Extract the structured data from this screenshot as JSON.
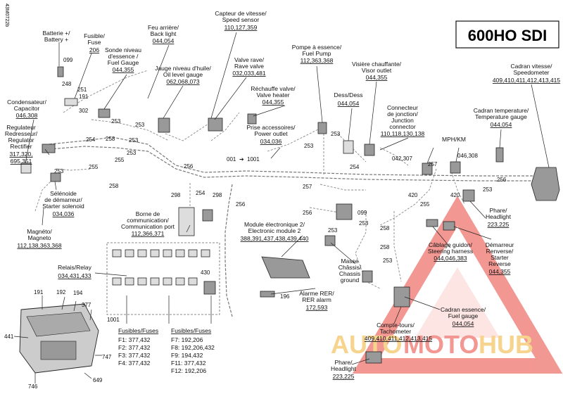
{
  "model": "600HO SDI",
  "side_code": "43M0722b",
  "watermark": {
    "left": "AUTO",
    "mid": "MOTO",
    "right": "HUB"
  },
  "labels": {
    "batterie": [
      "Batterie +/",
      "Battery +"
    ],
    "fusible": [
      "Fusible/",
      "Fuse"
    ],
    "fusible_pn": "206",
    "sonde": [
      "Sonde niveau",
      "d'essence /",
      "Fuel Gauge"
    ],
    "sonde_pn": "044,355",
    "feu": [
      "Feu arrière/",
      "Back light"
    ],
    "feu_pn": "044,054",
    "capteur": [
      "Capteur de vitesse/",
      "Speed sensor"
    ],
    "capteur_pn": "110,127,359",
    "jauge": [
      "Jauge niveau d'huile/",
      "Oil level gauge"
    ],
    "jauge_pn": "062,068,073",
    "valve": [
      "Valve rave/",
      "Rave valve"
    ],
    "valve_pn": "032,033,481",
    "rechauffe": [
      "Réchauffe valve/",
      "Valve heater"
    ],
    "rechauffe_pn": "044,355",
    "pompe": [
      "Pompe à essence/",
      "Fuel Pump"
    ],
    "pompe_pn": "112,363,368",
    "visiere": [
      "Visière chauffante/",
      "Visor outlet"
    ],
    "visiere_pn": "044,355",
    "dess": [
      "Dess/Dess"
    ],
    "dess_pn": "044,054",
    "connecteur": [
      "Connecteur",
      "de jonction/",
      "Junction",
      "connector"
    ],
    "connecteur_pn": "110,118,130,138",
    "cadran_vitesse": [
      "Cadran vitesse/",
      "Speedometer"
    ],
    "cadran_vitesse_pn": "409,410,411,412,413,415",
    "cadran_temp": [
      "Cadran temperature/",
      "Temperature gauge"
    ],
    "cadran_temp_pn": "044,054",
    "mph": "MPH/KM",
    "condensateur": [
      "Condensateur/",
      "Capacitor"
    ],
    "condensateur_pn": "046,308",
    "regulateur": [
      "Regulateur",
      "Redresseur/",
      "Regulator",
      "Rectifier"
    ],
    "regulateur_pn": "317,320,",
    "regulateur_pn2": "695,351",
    "prise": [
      "Prise accessoires/",
      "Power outlet"
    ],
    "prise_pn": "034,036",
    "solenoide": [
      "Sélénoide",
      "de démarreur/",
      "Starter solenoid"
    ],
    "solenoide_pn": "034,036",
    "borne": [
      "Borne de",
      "communication/",
      "Communication port"
    ],
    "borne_pn": "112,366,371",
    "module": [
      "Module électronique 2/",
      "Electronic module 2"
    ],
    "module_pn": "388,391,437,438,439,440",
    "magneto": [
      "Magnéto/",
      "Magneto"
    ],
    "magneto_pn": "112,138,363,368",
    "relais": [
      "Relais/Relay"
    ],
    "relais_pn": "034,431,433",
    "masse": [
      "Masse",
      "Châssis/",
      "Chassis",
      "ground"
    ],
    "alarme": [
      "Alarme RER/",
      "RER alarm"
    ],
    "alarme_pn": "172,593",
    "cablage": [
      "Câblage guidon/",
      "Steering harness"
    ],
    "cablage_pn": "044,046,383",
    "demarreur": [
      "Démarreur",
      "Renverse/",
      "Starter",
      "Reverse"
    ],
    "demarreur_pn": "044,355",
    "phare1": [
      "Phare/",
      "Headlight"
    ],
    "phare1_pn": "223,225",
    "cadran_essence": [
      "Cadran essence/",
      "Fuel gauge"
    ],
    "cadran_essence_pn": "044,054",
    "compte_tours": [
      "Compte-tours/",
      "Tachometer"
    ],
    "compte_tours_pn": "409,410,411,412,413,415",
    "phare2": [
      "Phare/",
      "Headlight"
    ],
    "phare2_pn": "223,225"
  },
  "fuses_left": {
    "title": "Fusibles/Fuses",
    "items": [
      "F1: 377,432",
      "F2: 377,432",
      "F3: 377,432",
      "F4: 377,432"
    ]
  },
  "fuses_right": {
    "title": "Fusibles/Fuses",
    "items": [
      "F7: 192,206",
      "F8: 192,206,432",
      "F9: 194,432",
      "F11: 377,432",
      "F12: 192,206"
    ]
  },
  "refs": {
    "r099a": "099",
    "r248": "248",
    "r251": "251",
    "r191a": "191",
    "r302": "302",
    "r253": "253",
    "r258": "258",
    "r254": "254",
    "r255": "255",
    "r256": "256",
    "r298": "298",
    "r001": "001",
    "r1001": "1001",
    "r257": "257",
    "r420": "420",
    "r042307": "042,307",
    "r046308": "046,308",
    "r099b": "099",
    "r196": "196",
    "r430": "430",
    "r191b": "191",
    "r192": "192",
    "r194": "194",
    "r377": "377",
    "r441": "441",
    "r747": "747",
    "r746": "746",
    "r649": "649"
  }
}
